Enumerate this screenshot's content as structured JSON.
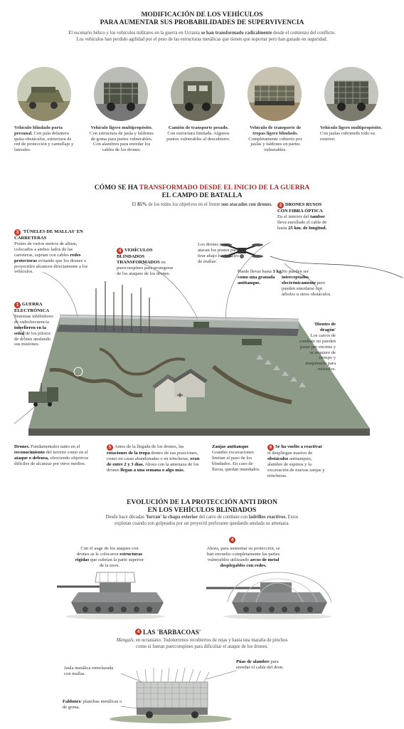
{
  "header": {
    "title_1": "MODIFICACIÓN DE LOS VEHÍCULOS",
    "title_2": "PARA AUMENTAR SUS PROBABILIDADES DE SUPERVIVENCIA",
    "intro_pre": "El escenario bélico y los vehículos militares en la guerra en Ucrania ",
    "intro_bold": "se han transformado radicalmente",
    "intro_post": " desde el comienzo del conflicto. Los vehículos han perdido agilidad por el peso de las estructuras metálicas que tienen que soportar pero han ganado en seguridad."
  },
  "vehicles": [
    {
      "name": "Vehículo blindado porta personal.",
      "desc": "Con pala delantera quita-obstáculos, estructura de red de protección y camuflaje y laterales."
    },
    {
      "name": "Vehículo ligero multipropósito.",
      "desc": "Con estructura de jaula y faldones de goma para partes vulnerables. Con alambres para enredar los cables de los drones."
    },
    {
      "name": "Camión de transporte pesado.",
      "desc": "Con estructura limitada. Algunos puntos vulnerables al descubierto."
    },
    {
      "name": "Vehículo de transporte de tropas ligero blindado.",
      "desc": "Completamente cubierto por jaulas y faldones en partes vulnerables."
    },
    {
      "name": "Vehículo ligero multipropósito.",
      "desc": "Con jaulas cubriendo todo su exterior."
    }
  ],
  "battlefield": {
    "title_pre": "CÓMO SE HA ",
    "title_red": "TRANSFORMADO DESDE EL INICIO DE LA GUERRA",
    "title_2": "EL CAMPO DE BATALLA",
    "sub_pre": "El ",
    "sub_bold1": "85%",
    "sub_mid": " de los todos los objetivos en el frente ",
    "sub_bold2": "son atacados con drones."
  },
  "callouts": {
    "c1": {
      "num": "1",
      "title": "GUERRA ELECTRÓNICA",
      "pre": "Sistemas inhibidores de radiofrecuencia ",
      "bold": "interfieren en la señal",
      "post": " de los pilotos de drones anulando sus misiones."
    },
    "c2": {
      "num": "2",
      "title": "DRONES RUSOS CON FIBRA ÓPTICA",
      "pre": "En el interior del ",
      "bold": "tambor",
      "mid": " lleva enrollado el cable de hasta ",
      "bold2": "25 km. de longitud."
    },
    "c3": {
      "num": "3",
      "title": "'TÚNELES DE MALLAS' EN CARRETERAS",
      "pre": "Postes de varios metros de altura, colocados a ambos lados de las carreteras, sujetan con cables ",
      "bold": "redes protectoras",
      "post": " evitando que los drones o proyectiles alcancen directamente a los vehículos."
    },
    "c4": {
      "num": "4",
      "title": "VEHÍCULOS BLINDADOS TRANSFORMADOS",
      "post": " en puercoespines para protegerse de los ataques de los drones."
    },
    "c5": {
      "num": "5",
      "pre": "Antes de la llegada de los drones, las ",
      "bold": "rotaciones de la tropa",
      "mid": " dentro de sus posiciones, como en casas abandonadas o en trincheras, ",
      "bold2": "eran de entre 2 y 3 días.",
      "mid2": " Ahora con la amenaza de los drones ",
      "bold3": "llegan a una semana o algo más."
    },
    "c6": {
      "num": "6",
      "bold": "Se ha vuelto a reactivar",
      "mid": " el despliegue masivo de ",
      "bold2": "obstáculos",
      "post": " antitanques, alambre de espinos y la excavación de nuevas zanjas y trincheras."
    },
    "drones_pre": "Los drones rusos atacan los postes para tirar abajo los 'túneles de mallas'.",
    "drone_weight_pre": "Puede llevar hasta ",
    "drone_weight_bold": "3 kg. como una granada antitanque.",
    "intercept_pre": "No pueden ser ",
    "intercept_bold": "interceptados electrónicamente",
    "intercept_post": " pero pueden enredarse con árboles u otros obstáculos.",
    "dragon_title": "'Dientes de dragón'",
    "dragon_text": "Los carros de combate no pueden pasar por encima y se requiere de tiempo y maquinaria para retirarlos.",
    "drones_bold": "Drones.",
    "drones_text_pre": " Fundamentales tanto en el ",
    "drones_text_b1": "reconocimiento",
    "drones_text_mid": " del terreno como en el ",
    "drones_text_b2": "ataque o defensa,",
    "drones_text_post": " ofreciendo objetivos difíciles de alcanzar por otros medios.",
    "zanjas_bold": "Zanjas antitanque",
    "zanjas_text": "Grandes excavaciones limitan el paso de los blindados. En caso de lluvia, quedan inundados."
  },
  "evolution": {
    "title_1": "EVOLUCIÓN DE LA PROTECCIÓN ANTI DRON",
    "title_2": "EN LOS VEHÍCULOS BLINDADOS",
    "intro_pre": "Desde hace décadas ",
    "intro_b1": "'forran' la chapa exterior",
    "intro_mid": " del carro de combate con ",
    "intro_b2": "ladrillos reactivos.",
    "intro_post": " Estos explotan cuando son golpeados por un proyectil perforante quedando anulada su amenaza.",
    "num": "4",
    "left_pre": "Con el auge de los ataques con drones se le colocaron ",
    "left_bold": "estructuras rígidas",
    "left_post": " que cubrían la parte superior de la torre.",
    "right_pre": "Ahora, para aumentar su protección, se han envuelto completamente las partes vulnerables utilizando ",
    "right_bold": "arcos de metal desplegables con redes."
  },
  "barbacoas": {
    "num": "4",
    "title": "LAS 'BARBACOAS'",
    "italic": "Mangals",
    "text_pre": ", en ucraniano. Todoterrenos recubiertos de rejas y hasta una maraña de pinchos como si fueran puercoespines para dificultar el ataque de los drones.",
    "jaula": "Jaula metálica entrelazada con mallas.",
    "puas_bold": "Púas de alambre",
    "puas_text": " para enredar el cable del dron.",
    "faldones_bold": "Faldones",
    "faldones_text": "/ planchas metálicas o de goma."
  },
  "colors": {
    "accent": "#b0282a",
    "grass": "#8d9a88",
    "road": "#5f6363",
    "metal": "#8c9090"
  }
}
